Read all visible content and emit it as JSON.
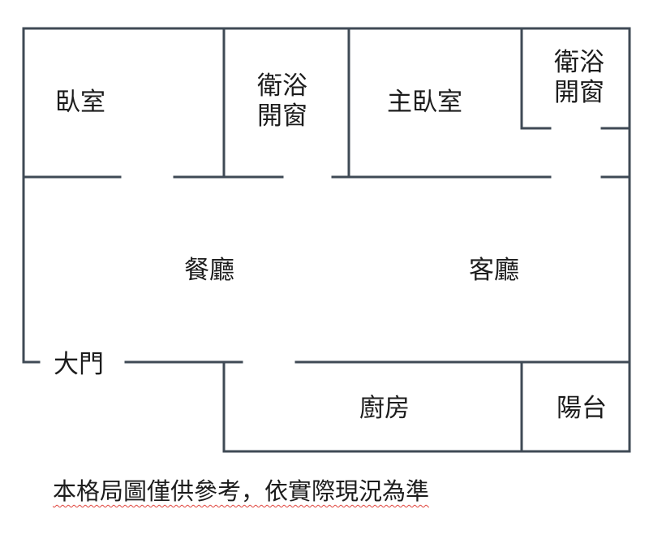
{
  "rooms": {
    "bedroom": "臥室",
    "bath_left": [
      "衛浴",
      "開窗"
    ],
    "master_bedroom": "主臥室",
    "bath_right": [
      "衛浴",
      "開窗"
    ],
    "dining": "餐廳",
    "living": "客廳",
    "main_door": "大門",
    "kitchen": "廚房",
    "balcony": "陽台"
  },
  "note": "本格局圖僅供參考，依實際現況為準",
  "colors": {
    "wall": "#3f4a55",
    "note_underline": "#e0443c"
  }
}
